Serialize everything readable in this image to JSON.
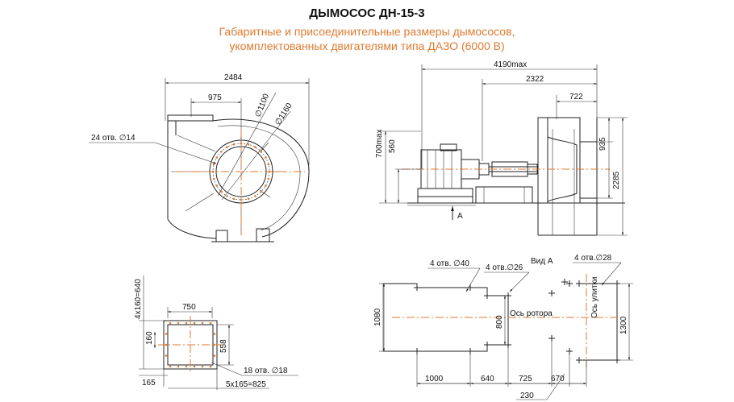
{
  "title": "ДЫМОСОС ДН-15-3",
  "subtitle_line1": "Габаритные и присоединительные размеры дымососов,",
  "subtitle_line2": "укомплектованных двигателями типа ДАЗО (6000 В)",
  "front_view": {
    "width_total": "2484",
    "width_half": "975",
    "dia_inner": "∅1100",
    "dia_outer": "∅1160",
    "holes": "24 отв.  ∅14"
  },
  "side_view": {
    "length_max": "4190max",
    "length_2322": "2322",
    "dim_722": "722",
    "dim_935": "935",
    "dim_2285": "2285",
    "height_max": "700max",
    "dim_560": "560",
    "view_arrow": "А"
  },
  "outlet_view": {
    "dim_left": "4x160=640",
    "dim_750": "750",
    "dim_160": "160",
    "dim_558": "558",
    "dim_165": "165",
    "dim_bottom": "5x165=825",
    "holes": "18 отв.  ∅18"
  },
  "foundation_view": {
    "view_label": "Вид А",
    "holes_40": "4 отв.  ∅40",
    "holes_26": "4 отв.∅26",
    "holes_28": "4 отв.∅28",
    "rotor_axis": "Ось ротора",
    "volute_axis": "Ось улитки",
    "dim_1080": "1080",
    "dim_800": "800",
    "dim_1300": "1300",
    "dim_1000": "1000",
    "dim_640": "640",
    "dim_725": "725",
    "dim_670": "670",
    "dim_230": "230"
  }
}
